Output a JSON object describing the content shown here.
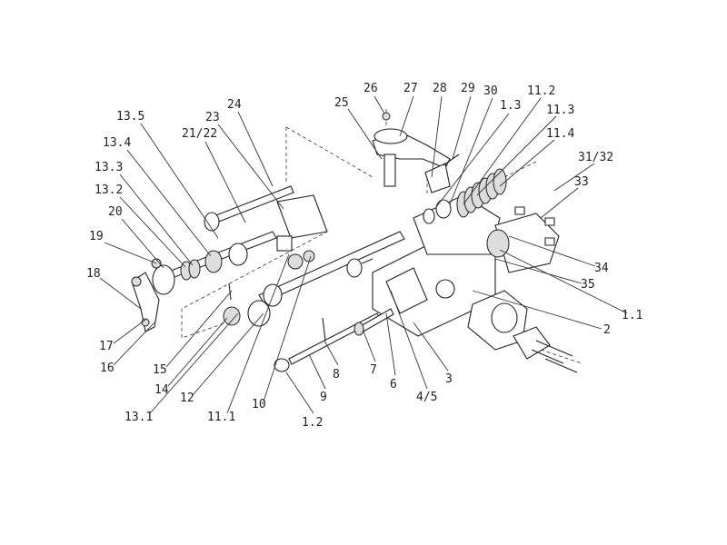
{
  "diagram": {
    "labels": {
      "l26": "26",
      "l27": "27",
      "l28": "28",
      "l29": "29",
      "l30": "30",
      "l11_2": "11.2",
      "l25": "25",
      "l1_3": "1.3",
      "l11_3": "11.3",
      "l24": "24",
      "l13_5": "13.5",
      "l23": "23",
      "l11_4": "11.4",
      "l21_22": "21/22",
      "l13_4": "13.4",
      "l31_32": "31/32",
      "l13_3": "13.3",
      "l33": "33",
      "l13_2": "13.2",
      "l20": "20",
      "l19": "19",
      "l34": "34",
      "l18": "18",
      "l35": "35",
      "l1_1": "1.1",
      "l2": "2",
      "l17": "17",
      "l16": "16",
      "l15": "15",
      "l14": "14",
      "l13_1": "13.1",
      "l12": "12",
      "l11_1": "11.1",
      "l10": "10",
      "l8": "8",
      "l9": "9",
      "l7": "7",
      "l6": "6",
      "l3": "3",
      "l4_5": "4/5",
      "l1_2": "1.2"
    }
  }
}
